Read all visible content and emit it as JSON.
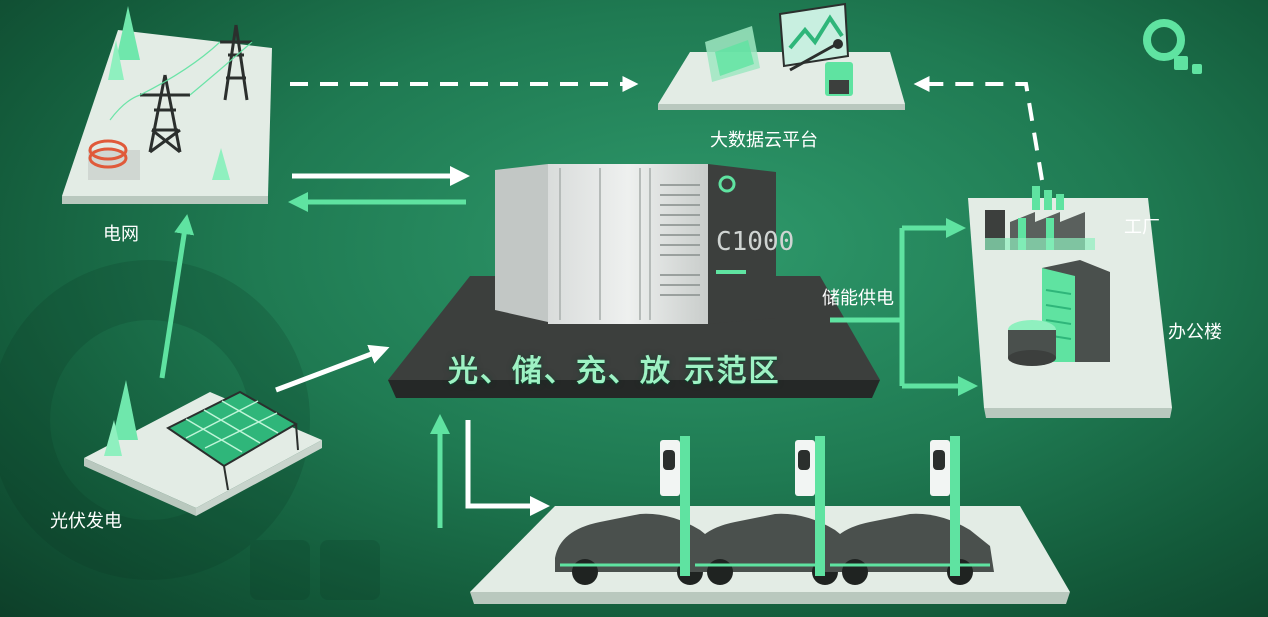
{
  "labels": {
    "grid": "电网",
    "cloud": "大数据云平台",
    "solar": "光伏发电",
    "demo_zone": "光、储、充、放 示范区",
    "supply": "储能供电",
    "factory": "工厂",
    "office": "办公楼",
    "container_code": "C1000"
  },
  "colors": {
    "bg_main": "#1f7a52",
    "bg_dark": "#0d3f29",
    "accent_green": "#5fe3a1",
    "panel_light": "#e6efe8",
    "platform_dark": "#3c3f3d",
    "arrow_white": "#ffffff"
  },
  "icons": [
    "logo-icon",
    "power-tower-icon",
    "solar-panel-icon",
    "server-container-icon",
    "monitor-icon",
    "factory-icon",
    "office-building-icon",
    "charging-station-icon",
    "car-icon"
  ]
}
